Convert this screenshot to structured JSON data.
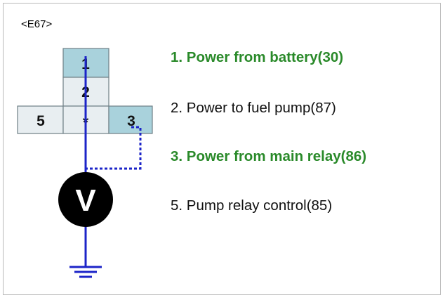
{
  "connector": {
    "id": "<E67>"
  },
  "pins": [
    {
      "label": "1",
      "highlighted": true
    },
    {
      "label": "2",
      "highlighted": false
    },
    {
      "label": "5",
      "highlighted": false
    },
    {
      "label": "*",
      "highlighted": false
    },
    {
      "label": "3",
      "highlighted": true
    }
  ],
  "meter": {
    "symbol": "V"
  },
  "descriptions": [
    {
      "text": "1. Power from battery(30)",
      "highlighted": true
    },
    {
      "text": "2. Power to fuel pump(87)",
      "highlighted": false
    },
    {
      "text": "3. Power from main relay(86)",
      "highlighted": true
    },
    {
      "text": "5. Pump relay control(85)",
      "highlighted": false
    }
  ],
  "colors": {
    "highlight_text": "#2a8a2a",
    "probe_wire": "#1c24c8",
    "pin_highlight_fill": "#a9d2dc",
    "pin_fill": "#e8eef1"
  }
}
